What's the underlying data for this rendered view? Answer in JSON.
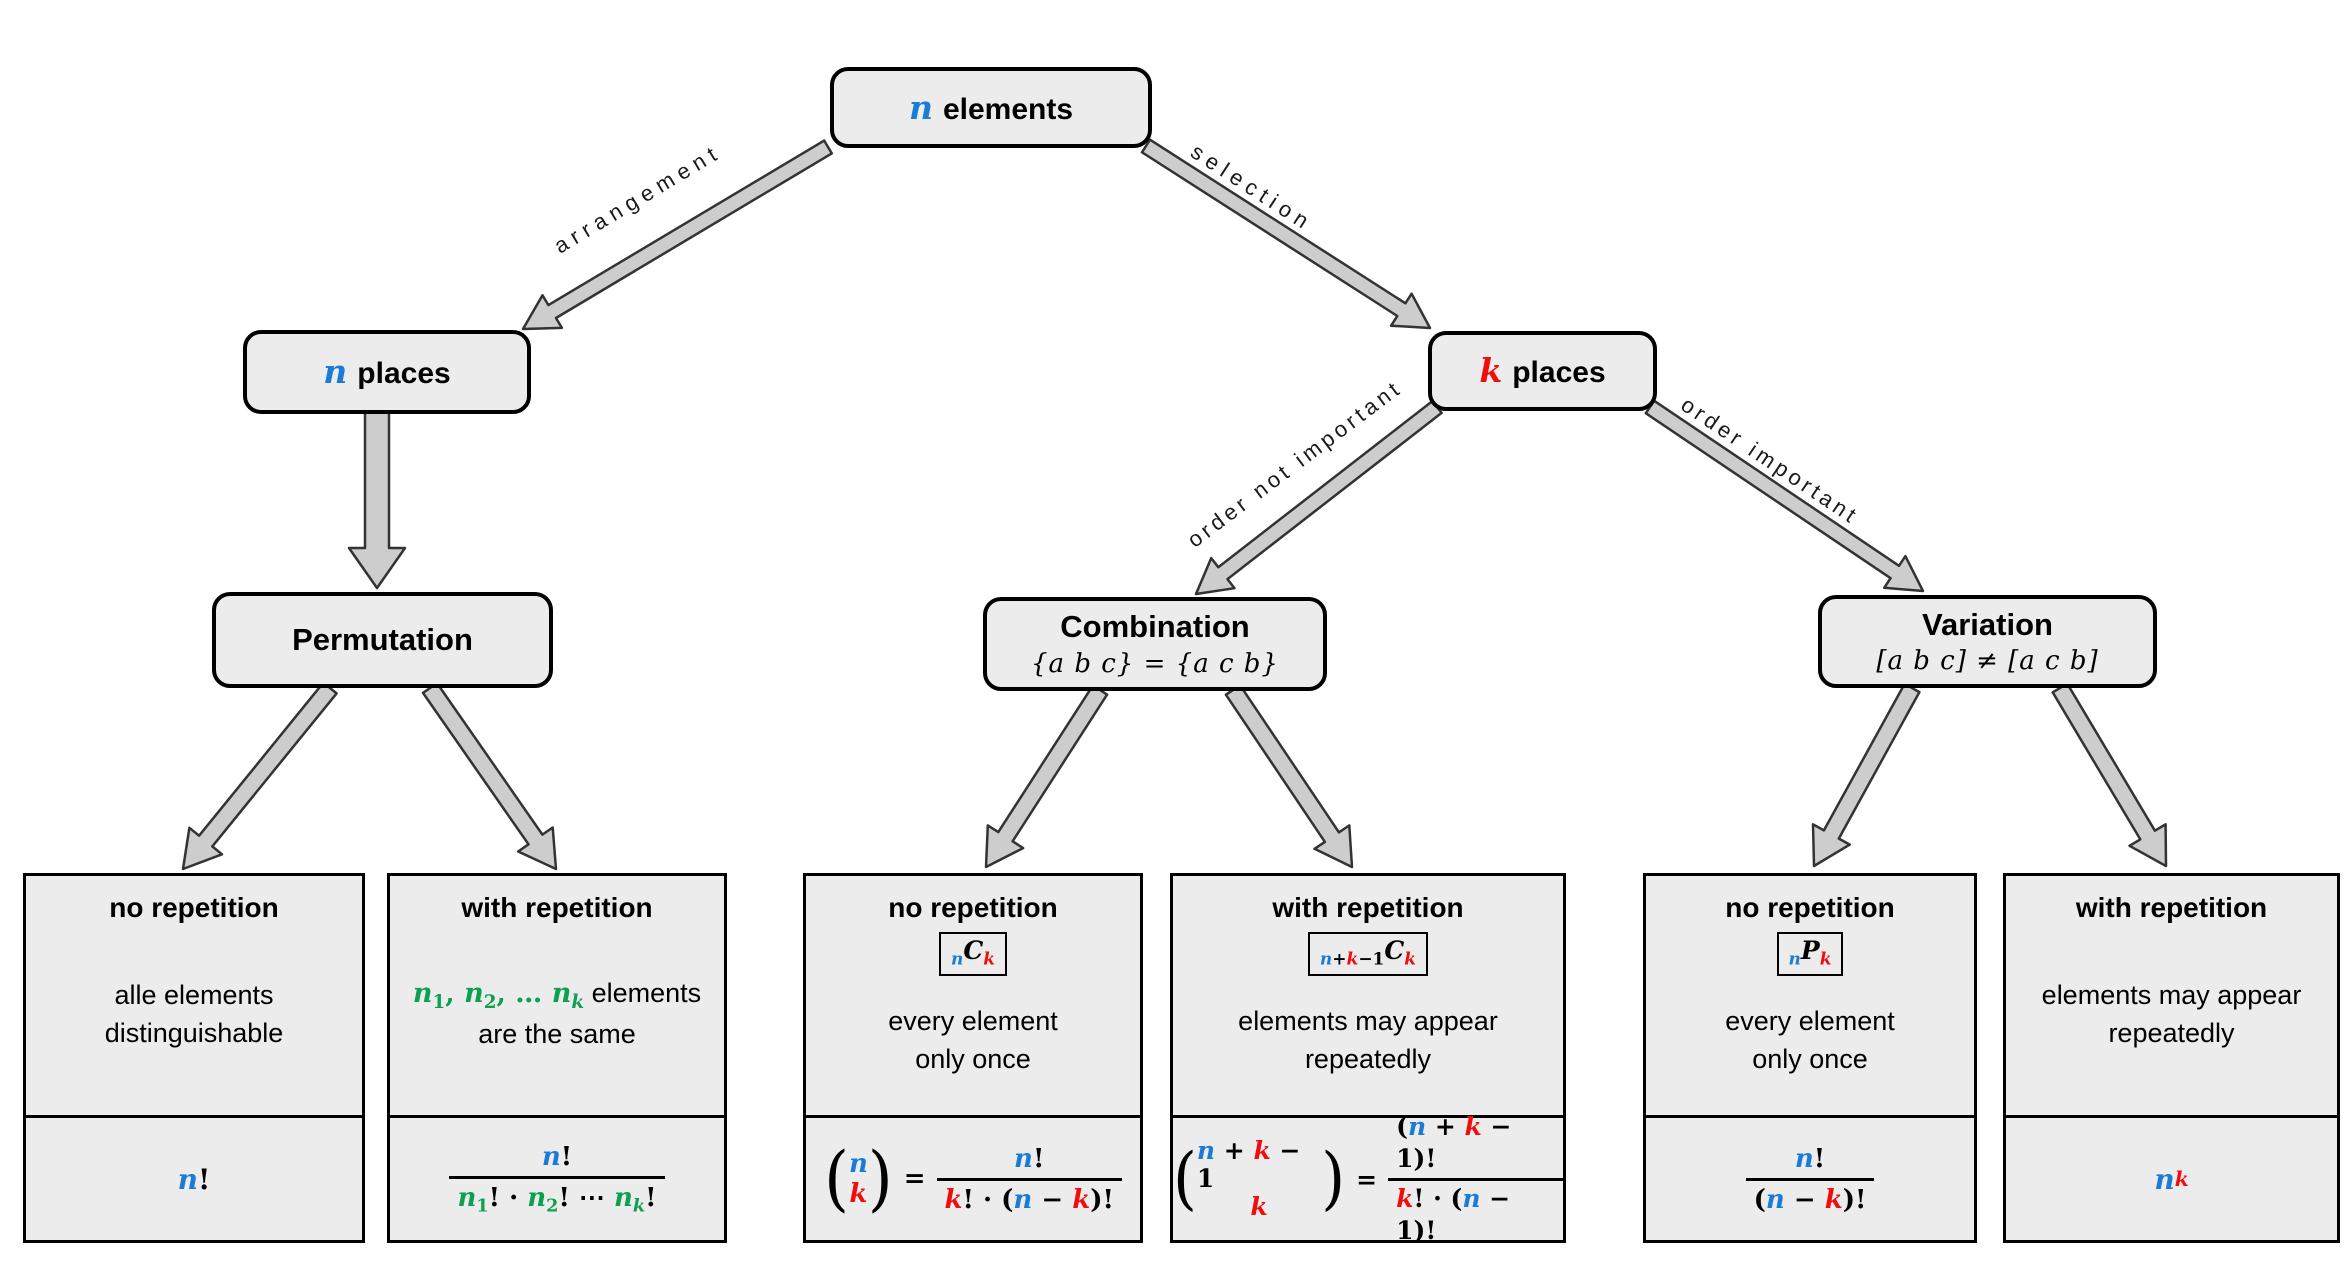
{
  "palette": {
    "blue": "#1b7cd6",
    "red": "#f20d0d",
    "green": "#0da050",
    "node_fill": "#ececec",
    "arrow_fill": "#cdcdcd",
    "border": "#000000",
    "edge_label": "#1a1a1a"
  },
  "nodes": {
    "root": {
      "var": "n",
      "label": "elements"
    },
    "n_places": {
      "var": "n",
      "label": "places"
    },
    "k_places": {
      "var": "k",
      "label": "places"
    },
    "permutation": {
      "title": "Permutation"
    },
    "combination": {
      "title": "Combination",
      "subtitle": "{a b c} = {a c b}"
    },
    "variation": {
      "title": "Variation",
      "subtitle": "[a b c] ≠ [a c b]"
    }
  },
  "edges": {
    "arrangement": "arrangement",
    "selection": "selection",
    "order_not_important": "order not important",
    "order_important": "order important"
  },
  "leaves": [
    {
      "header": "no repetition",
      "body": [
        "alle elements",
        "distinguishable"
      ],
      "formula": [
        {
          "t": "n",
          "c": "blue",
          "i": 1
        },
        {
          "t": "!"
        }
      ]
    },
    {
      "header": "with repetition",
      "body_rich": [
        {
          "t": "n",
          "c": "green",
          "i": 1
        },
        {
          "t": "1",
          "c": "green",
          "sub": 1
        },
        {
          "t": ", ",
          "c": "green"
        },
        {
          "t": "n",
          "c": "green",
          "i": 1
        },
        {
          "t": "2",
          "c": "green",
          "sub": 1
        },
        {
          "t": ", … ",
          "c": "green"
        },
        {
          "t": "n",
          "c": "green",
          "i": 1
        },
        {
          "t": "k",
          "c": "green",
          "i": 1,
          "sub": 1
        },
        {
          "t": " elements",
          "f": "sans"
        }
      ],
      "body2": "are the same",
      "frac": {
        "num": [
          {
            "t": "n",
            "c": "blue",
            "i": 1
          },
          {
            "t": "!"
          }
        ],
        "den": [
          {
            "t": "n",
            "c": "green",
            "i": 1
          },
          {
            "t": "1",
            "c": "green",
            "sub": 1
          },
          {
            "t": "! · "
          },
          {
            "t": "n",
            "c": "green",
            "i": 1
          },
          {
            "t": "2",
            "c": "green",
            "sub": 1
          },
          {
            "t": "! ⋯ "
          },
          {
            "t": "n",
            "c": "green",
            "i": 1
          },
          {
            "t": "k",
            "c": "green",
            "i": 1,
            "sub": 1
          },
          {
            "t": "!"
          }
        ]
      }
    },
    {
      "header": "no repetition",
      "symbol": [
        {
          "t": "n",
          "c": "blue",
          "i": 1,
          "sub": 1
        },
        {
          "t": "C",
          "i": 1
        },
        {
          "t": "k",
          "c": "red",
          "i": 1,
          "sub": 1
        }
      ],
      "body": [
        "every element",
        "only once"
      ],
      "binom": {
        "top": [
          {
            "t": "n",
            "c": "blue",
            "i": 1
          }
        ],
        "bot": [
          {
            "t": "k",
            "c": "red",
            "i": 1
          }
        ]
      },
      "eq": "=",
      "frac": {
        "num": [
          {
            "t": "n",
            "c": "blue",
            "i": 1
          },
          {
            "t": "!"
          }
        ],
        "den": [
          {
            "t": "k",
            "c": "red",
            "i": 1
          },
          {
            "t": "! · ("
          },
          {
            "t": "n",
            "c": "blue",
            "i": 1
          },
          {
            "t": " − "
          },
          {
            "t": "k",
            "c": "red",
            "i": 1
          },
          {
            "t": ")!"
          }
        ]
      }
    },
    {
      "header": "with repetition",
      "symbol": [
        {
          "t": "n",
          "c": "blue",
          "i": 1,
          "sub": 1
        },
        {
          "t": "+",
          "sub": 1
        },
        {
          "t": "k",
          "c": "red",
          "i": 1,
          "sub": 1
        },
        {
          "t": "−1",
          "sub": 1
        },
        {
          "t": "C",
          "i": 1
        },
        {
          "t": "k",
          "c": "red",
          "i": 1,
          "sub": 1
        }
      ],
      "body": [
        "elements may appear",
        "repeatedly"
      ],
      "binom": {
        "top": [
          {
            "t": "n",
            "c": "blue",
            "i": 1
          },
          {
            "t": " + "
          },
          {
            "t": "k",
            "c": "red",
            "i": 1
          },
          {
            "t": " − 1"
          }
        ],
        "bot": [
          {
            "t": "k",
            "c": "red",
            "i": 1
          }
        ]
      },
      "eq": "=",
      "frac": {
        "num": [
          {
            "t": "("
          },
          {
            "t": "n",
            "c": "blue",
            "i": 1
          },
          {
            "t": " + "
          },
          {
            "t": "k",
            "c": "red",
            "i": 1
          },
          {
            "t": " − 1)!"
          }
        ],
        "den": [
          {
            "t": "k",
            "c": "red",
            "i": 1
          },
          {
            "t": "! · ("
          },
          {
            "t": "n",
            "c": "blue",
            "i": 1
          },
          {
            "t": " − 1)!"
          }
        ]
      }
    },
    {
      "header": "no repetition",
      "symbol": [
        {
          "t": "n",
          "c": "blue",
          "i": 1,
          "sub": 1
        },
        {
          "t": "P",
          "i": 1
        },
        {
          "t": "k",
          "c": "red",
          "i": 1,
          "sub": 1
        }
      ],
      "body": [
        "every element",
        "only once"
      ],
      "frac": {
        "num": [
          {
            "t": "n",
            "c": "blue",
            "i": 1
          },
          {
            "t": "!"
          }
        ],
        "den": [
          {
            "t": "("
          },
          {
            "t": "n",
            "c": "blue",
            "i": 1
          },
          {
            "t": " − "
          },
          {
            "t": "k",
            "c": "red",
            "i": 1
          },
          {
            "t": ")!"
          }
        ]
      }
    },
    {
      "header": "with repetition",
      "body": [
        "elements may appear",
        "repeatedly"
      ],
      "formula": [
        {
          "t": "n",
          "c": "blue",
          "i": 1
        },
        {
          "t": "k",
          "c": "red",
          "i": 1,
          "sup": 1
        }
      ]
    }
  ]
}
